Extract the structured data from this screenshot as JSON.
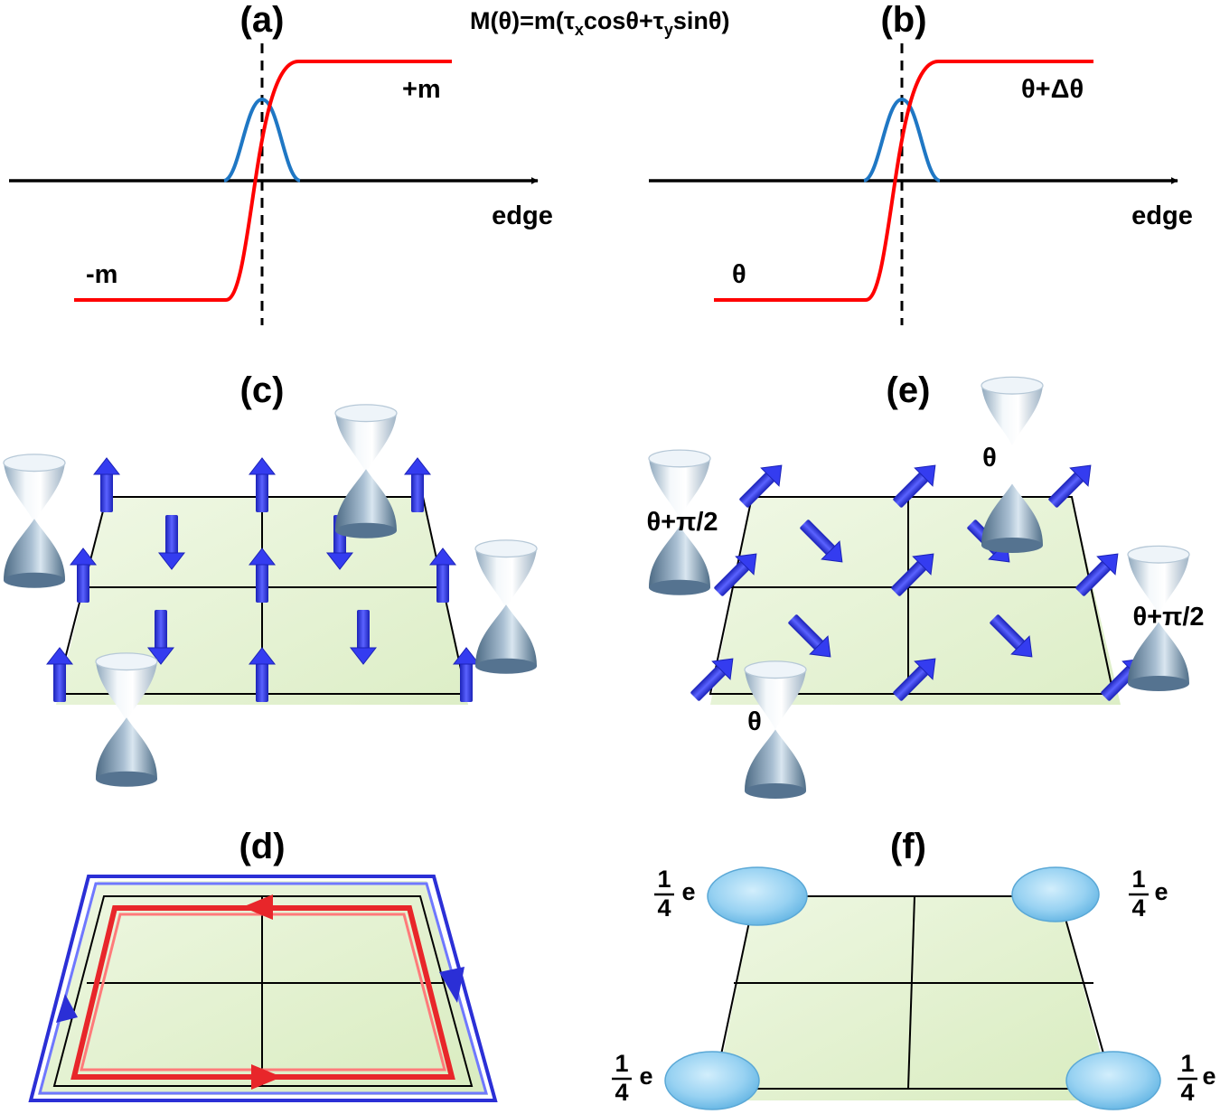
{
  "formula": {
    "prefix": "M(θ)=m(τ",
    "sub1": "x",
    "mid": "cosθ+τ",
    "sub2": "y",
    "suffix": "sinθ)"
  },
  "panels": {
    "a": {
      "label": "(a)",
      "axis_label": "edge",
      "left_label": "-m",
      "right_label": "+m"
    },
    "b": {
      "label": "(b)",
      "axis_label": "edge",
      "left_label": "θ",
      "right_label": "θ+Δθ"
    },
    "c": {
      "label": "(c)"
    },
    "d": {
      "label": "(d)"
    },
    "e": {
      "label": "(e)",
      "cone_labels": [
        "θ",
        "θ+π/2",
        "θ+π/2",
        "θ"
      ]
    },
    "f": {
      "label": "(f)",
      "charge": {
        "num": "1",
        "den": "4",
        "unit": "e"
      }
    }
  },
  "colors": {
    "domain_wall": "#ff0000",
    "bound_state": "#1f77c4",
    "spin_arrow": "#2a32e0",
    "edge_current_outer": "#2b2fd6",
    "edge_current_inner": "#e8262a",
    "plane_fill": "#e4f2cf",
    "corner_charge": "#8fd0f2"
  }
}
